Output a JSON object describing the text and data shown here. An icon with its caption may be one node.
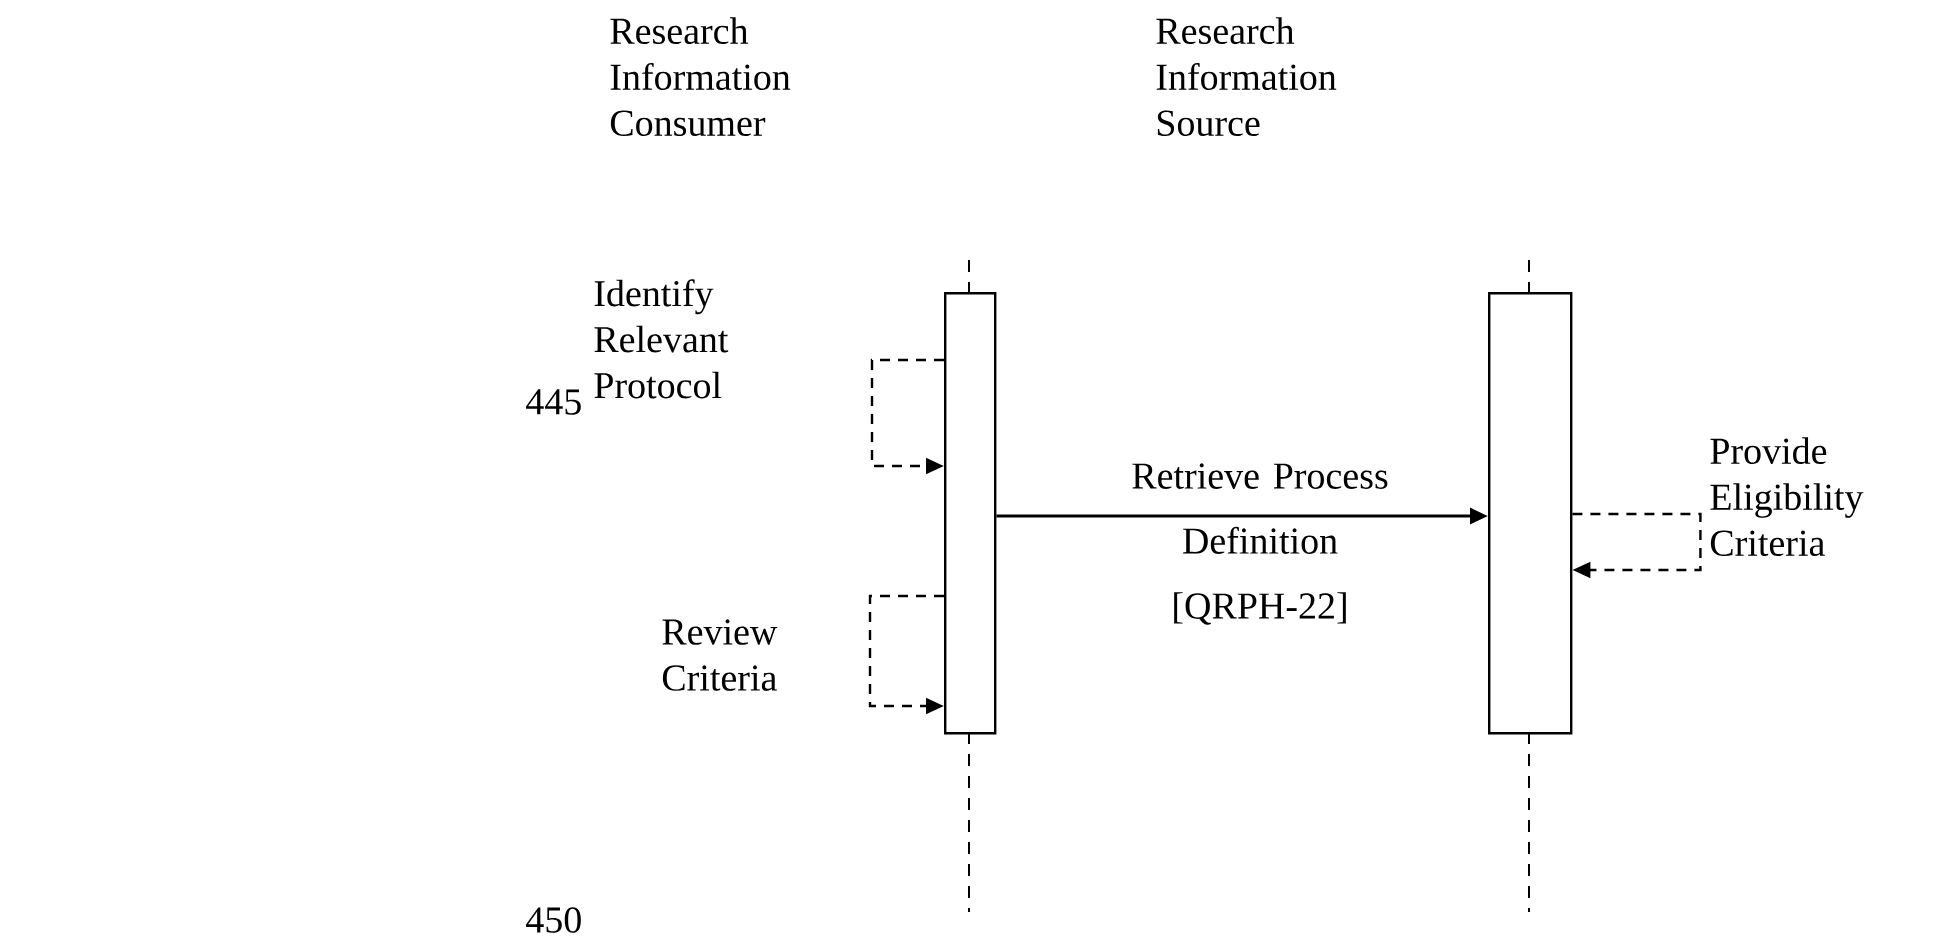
{
  "diagram": {
    "nodes": [
      {
        "text": [
          "Research Information Consumer"
        ]
      },
      {
        "text": [
          "Research Information Source"
        ]
      },
      {
        "text": [],
        "shape": "bar"
      },
      {
        "text": [],
        "shape": "bar"
      }
    ],
    "edges": [
      {
        "from": 2,
        "to": 2,
        "arrow": "to",
        "style": "dashed",
        "label": "Identify Relevant Protocol"
      },
      {
        "from": 2,
        "to": 2,
        "arrow": "to",
        "style": "dashed",
        "label": "Review Criteria"
      },
      {
        "from": 2,
        "to": 3,
        "arrow": "to",
        "label": "Retrieve Process Definition [QRPH-22]"
      },
      {
        "from": 3,
        "to": 3,
        "arrow": "to",
        "style": "dashed",
        "label": "Provide Eligibility Criteria"
      }
    ],
    "labels": [
      "445",
      "450"
    ]
  }
}
